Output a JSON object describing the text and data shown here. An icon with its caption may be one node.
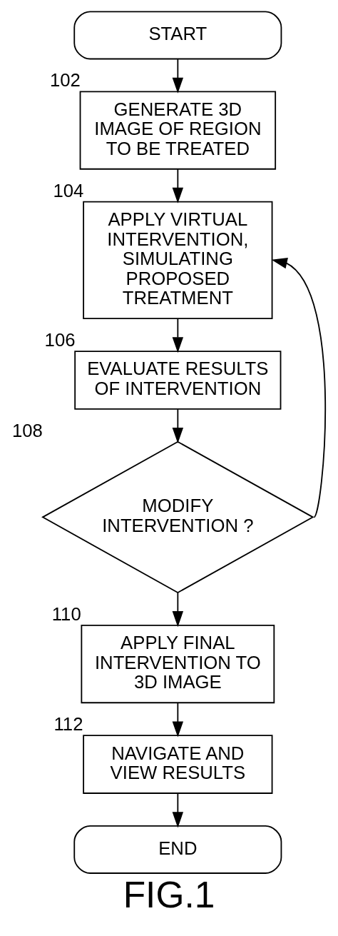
{
  "diagram": {
    "caption": "FIG.1",
    "nodes": [
      {
        "text": [
          "START"
        ]
      },
      {
        "text": [
          "GENERATE 3D IMAGE OF REGION TO BE TREATED"
        ],
        "beside": [
          "102"
        ]
      },
      {
        "text": [
          "APPLY VIRTUAL INTERVENTION, SIMULATING PROPOSED TREATMENT"
        ],
        "beside": [
          "104"
        ]
      },
      {
        "text": [
          "EVALUATE RESULTS OF INTERVENTION"
        ],
        "beside": [
          "106"
        ]
      },
      {
        "text": [
          "MODIFY INTERVENTION ?"
        ],
        "beside": [
          "108"
        ]
      },
      {
        "text": [
          "APPLY FINAL INTERVENTION TO 3D IMAGE"
        ],
        "beside": [
          "110"
        ]
      },
      {
        "text": [
          "NAVIGATE AND VIEW RESULTS"
        ],
        "beside": [
          "112"
        ]
      },
      {
        "text": [
          "END"
        ]
      }
    ],
    "edges": [
      {
        "from": 0,
        "to": 1,
        "arrow": "to"
      },
      {
        "from": 1,
        "to": 2,
        "arrow": "to"
      },
      {
        "from": 2,
        "to": 3,
        "arrow": "to"
      },
      {
        "from": 3,
        "to": 4,
        "arrow": "to"
      },
      {
        "from": 4,
        "to": 2,
        "arrow": "to"
      },
      {
        "from": 4,
        "to": 5,
        "arrow": "to"
      },
      {
        "from": 5,
        "to": 6,
        "arrow": "to"
      },
      {
        "from": 6,
        "to": 7,
        "arrow": "to"
      }
    ]
  }
}
